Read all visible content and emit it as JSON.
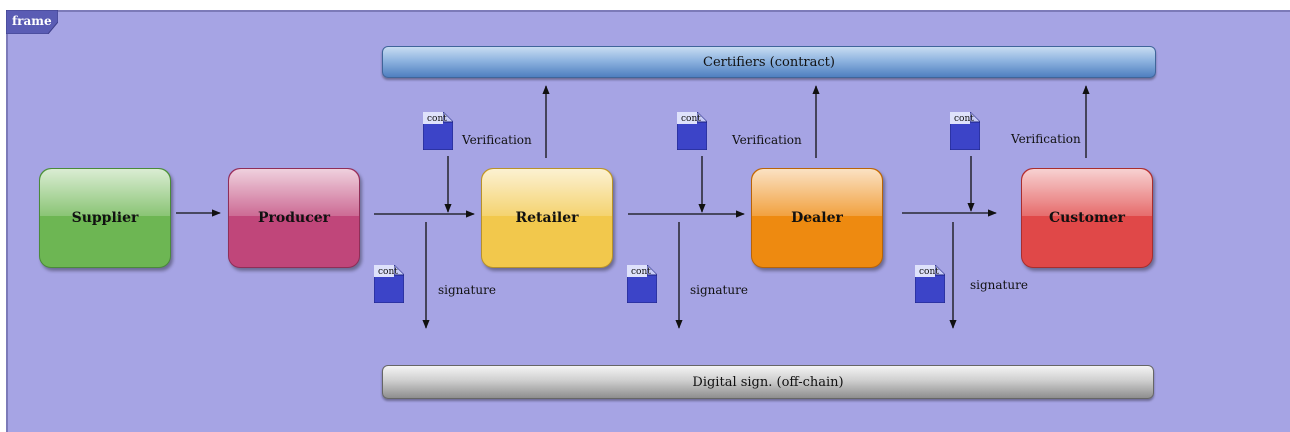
{
  "frame": {
    "label": "frame"
  },
  "bars": {
    "top": "Certifiers (contract)",
    "bottom": "Digital sign. (off-chain)"
  },
  "nodes": {
    "supplier": "Supplier",
    "producer": "Producer",
    "retailer": "Retailer",
    "dealer": "Dealer",
    "customer": "Customer"
  },
  "labels": {
    "verification": "Verification",
    "signature": "signature",
    "doc": "cont"
  },
  "colors": {
    "background": "#a6a4e4",
    "supplier": "#6db653",
    "producer": "#c0467a",
    "retailer": "#f2c84c",
    "dealer": "#ee8a10",
    "customer": "#e04848",
    "certifiers_bar": "#4f7fc0",
    "signature_bar": "#8e8e8e",
    "doc_icon": "#3c44c8"
  },
  "icons": [
    "document-icon",
    "arrow"
  ]
}
